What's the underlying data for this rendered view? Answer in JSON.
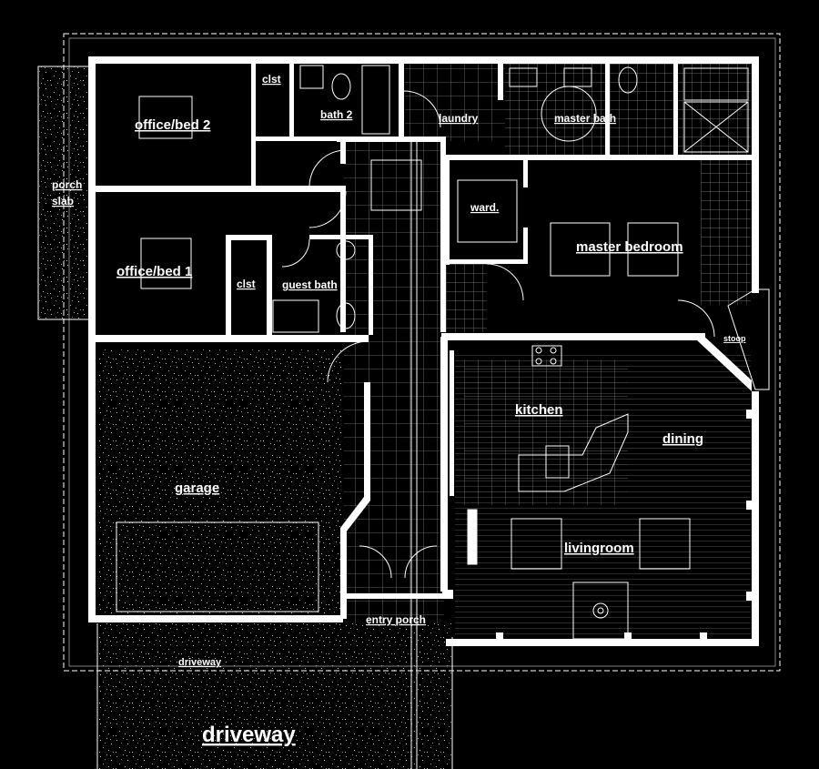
{
  "rooms": {
    "office_bed_2": "office/bed 2",
    "closet_top": "clst",
    "bath_2": "bath 2",
    "laundry": "laundry",
    "master_bath": "master bath",
    "porch_slab_line1": "porch",
    "porch_slab_line2": "slab",
    "wardrobe": "ward.",
    "master_bedroom": "master bedroom",
    "office_bed_1": "office/bed 1",
    "closet_mid": "clst",
    "guest_bath": "guest bath",
    "stoop": "stoop",
    "kitchen": "kitchen",
    "dining": "dining",
    "garage": "garage",
    "livingroom": "livingroom",
    "entry_porch": "entry porch",
    "driveway_small": "driveway",
    "driveway_large": "driveway"
  },
  "colors": {
    "background": "#000000",
    "lines": "#ffffff",
    "hatch": "#9a9a9a"
  }
}
